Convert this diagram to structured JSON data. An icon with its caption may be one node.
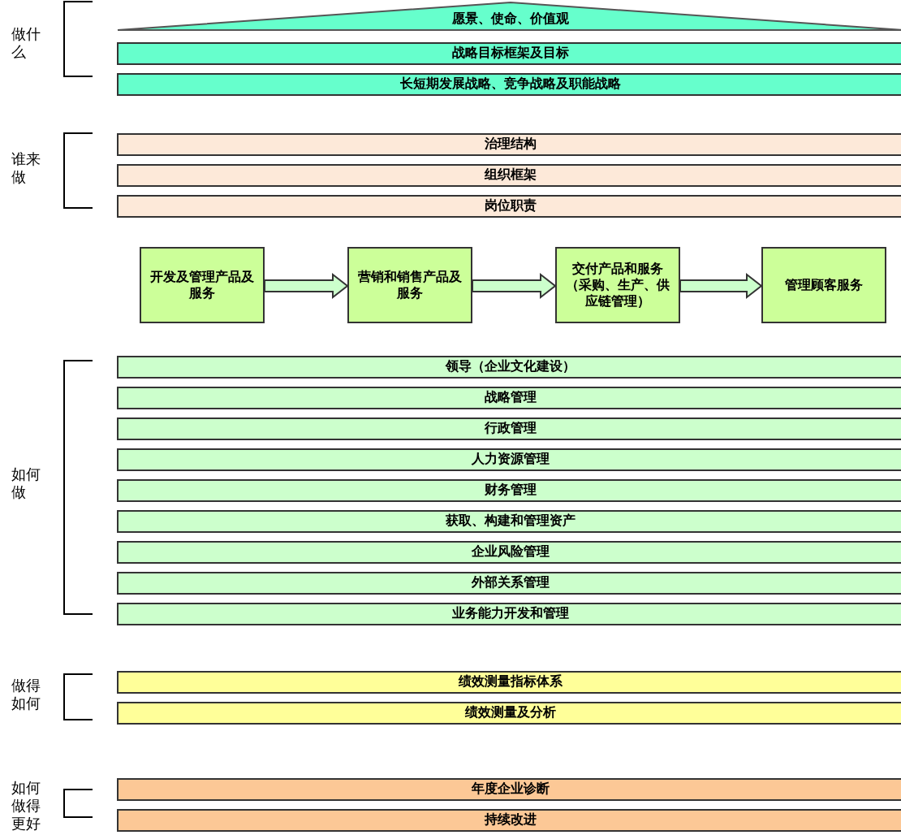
{
  "diagram": {
    "nodes": [
      {
        "text": [
          "愿景、使命、价值观"
        ]
      },
      {
        "text": [
          "战略目标框架及目标"
        ]
      },
      {
        "text": [
          "长短期发展战略、竞争战略及职能战略"
        ]
      },
      {
        "text": [
          "治理结构"
        ]
      },
      {
        "text": [
          "组织框架"
        ]
      },
      {
        "text": [
          "岗位职责"
        ]
      },
      {
        "text": [
          "开发及管理产品及服务"
        ]
      },
      {
        "text": [
          "营销和销售产品及服务"
        ]
      },
      {
        "text": [
          "交付产品和服务（采购、生产、供应链管理）"
        ]
      },
      {
        "text": [
          "管理顾客服务"
        ]
      },
      {
        "text": [
          "领导（企业文化建设）"
        ]
      },
      {
        "text": [
          "战略管理"
        ]
      },
      {
        "text": [
          "行政管理"
        ]
      },
      {
        "text": [
          "人力资源管理"
        ]
      },
      {
        "text": [
          "财务管理"
        ]
      },
      {
        "text": [
          "获取、构建和管理资产"
        ]
      },
      {
        "text": [
          "企业风险管理"
        ]
      },
      {
        "text": [
          "外部关系管理"
        ]
      },
      {
        "text": [
          "业务能力开发和管理"
        ]
      },
      {
        "text": [
          "绩效测量指标体系"
        ]
      },
      {
        "text": [
          "绩效测量及分析"
        ]
      },
      {
        "text": [
          "年度企业诊断"
        ]
      },
      {
        "text": [
          "持续改进"
        ]
      }
    ],
    "edges": [
      {
        "from": 6,
        "to": 7,
        "arrow": "to"
      },
      {
        "from": 7,
        "to": 8,
        "arrow": "to"
      },
      {
        "from": 8,
        "to": 9,
        "arrow": "to"
      }
    ],
    "labels": [
      "做什么",
      "谁来做",
      "如何做",
      "做得如何",
      "如何做得更好"
    ]
  }
}
